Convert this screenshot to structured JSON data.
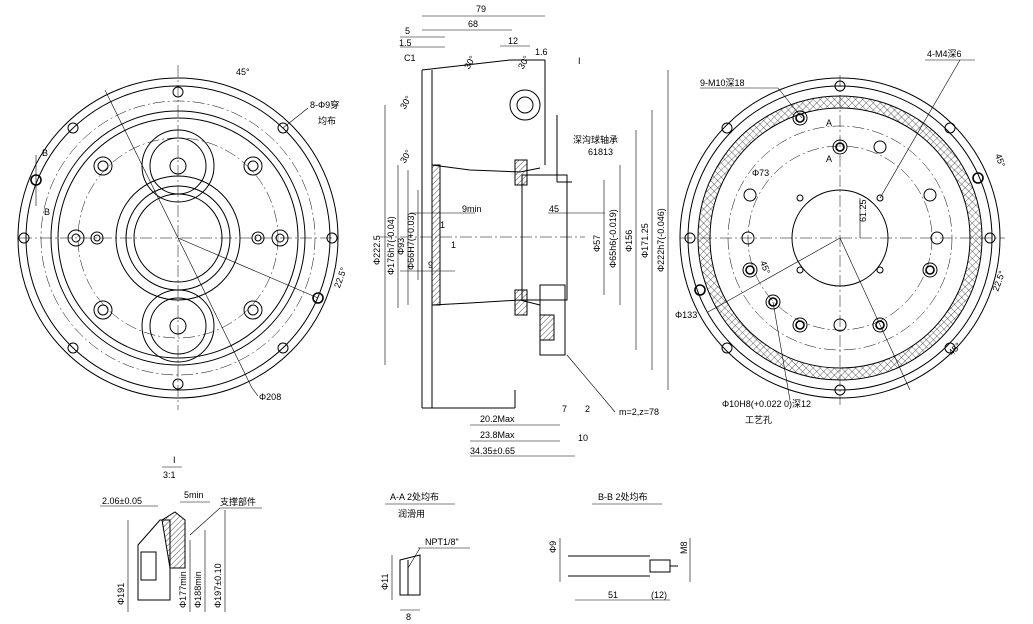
{
  "left_view": {
    "angle_top": "45°",
    "holes_note_1": "8-Φ9穿",
    "holes_note_2": "均布",
    "section_b": "B",
    "angle_right": "22.5°",
    "dia_bottom": "Φ208"
  },
  "middle_view": {
    "dims_top": [
      "79",
      "68",
      "12",
      "1.6",
      "5",
      "1.5",
      "C1"
    ],
    "angle_labels": [
      "30°",
      "30°",
      "30°",
      "30°"
    ],
    "detail_mark": "I",
    "bearing_1": "深沟球轴承",
    "bearing_2": "61813",
    "nine_min": "9min",
    "dim_45": "45",
    "dim_1a": "1",
    "dim_1b": "1",
    "dim_9": "9",
    "vertical_dims": [
      "Φ222.5",
      "Φ176h7(-0.04)",
      "Φ93",
      "Φ66H7(+0.03)",
      "Φ57",
      "Φ65h6(-0.019)",
      "Φ156",
      "Φ171.25",
      "Φ222h7(-0.046)"
    ],
    "bottom_dims": [
      "20.2Max",
      "23.8Max",
      "34.35±0.65"
    ],
    "small_dims": [
      "7",
      "2",
      "10"
    ],
    "gear": "m=2,z=78"
  },
  "right_view": {
    "threads_1": "9-M10深18",
    "threads_2": "4-M4深6",
    "section_a": "A",
    "dia_73": "Φ73",
    "dim_6125": "61.25",
    "angle_45a": "45°",
    "angle_45b": "45°",
    "angle_45c": "45°",
    "angle_225": "22.5°",
    "dia_133": "Φ133",
    "pin_hole": "Φ10H8(+0.022 0)深12",
    "process_hole": "工艺孔"
  },
  "detail_i": {
    "title": "I",
    "scale": "3:1",
    "dim_206": "2.06±0.05",
    "five_min": "5min",
    "support": "支撑部件",
    "dias": [
      "Φ191",
      "Φ177min",
      "Φ188min",
      "Φ197±0.10"
    ]
  },
  "section_aa": {
    "title": "A-A 2处均布",
    "subtitle": "润滑用",
    "thread": "NPT1/8\"",
    "dia": "Φ11",
    "len": "8"
  },
  "section_bb": {
    "title": "B-B 2处均布",
    "dia": "Φ9",
    "thread": "M8",
    "len": "51",
    "len2": "(12)"
  }
}
